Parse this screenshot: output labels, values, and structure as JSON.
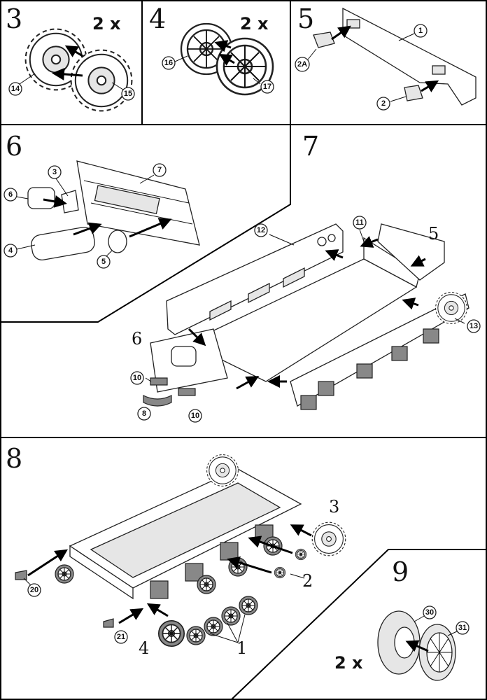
{
  "steps": {
    "s3": "3",
    "s4": "4",
    "s5": "5",
    "s6": "6",
    "s7": "7",
    "s8": "8",
    "s9": "9"
  },
  "multipliers": {
    "p3": "2 x",
    "p4": "2 x",
    "p9": "2 x"
  },
  "callouts": {
    "p3": [
      "14",
      "15"
    ],
    "p4": [
      "16",
      "17"
    ],
    "p5": [
      "1",
      "2A",
      "2"
    ],
    "p6": [
      "3",
      "7",
      "6",
      "4",
      "5"
    ],
    "p7": [
      "12",
      "11",
      "13",
      "10",
      "8",
      "10"
    ],
    "p8": [
      "20",
      "21"
    ],
    "p9": [
      "30",
      "31"
    ]
  },
  "subassembly_labels": {
    "p7": [
      "5",
      "6"
    ],
    "p8": [
      "3",
      "2",
      "1",
      "4"
    ]
  }
}
